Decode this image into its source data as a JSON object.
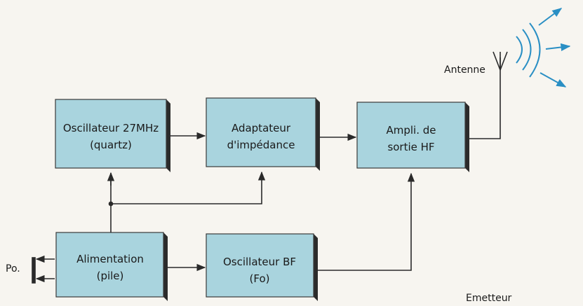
{
  "diagram": {
    "blocks": {
      "osc27": {
        "line1": "Oscillateur 27MHz",
        "line2": "(quartz)"
      },
      "adapt": {
        "line1": "Adaptateur",
        "line2": "d'impédance"
      },
      "ampli": {
        "line1": "Ampli. de",
        "line2": "sortie HF"
      },
      "alim": {
        "line1": "Alimentation",
        "line2": "(pile)"
      },
      "oscbf": {
        "line1": "Oscillateur BF",
        "line2": "(Fo)"
      }
    },
    "labels": {
      "antenna": "Antenne",
      "power_in": "Po.",
      "caption": "Emetteur"
    },
    "colors": {
      "block_face": "#a9d4de",
      "block_side": "#2b2b2b",
      "line": "#2a2a2a",
      "wave": "#2a8fc4",
      "background": "#f7f5f0"
    }
  }
}
